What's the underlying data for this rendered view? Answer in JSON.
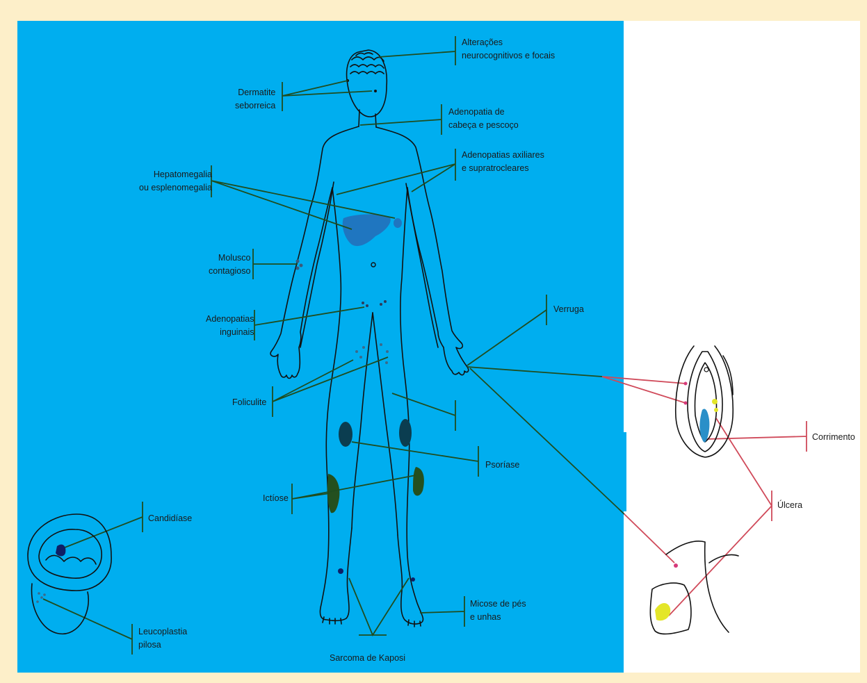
{
  "labels": {
    "neuro": "Alterações\nneurocognitivos e focais",
    "dermatite": "Dermatite\nseborreica",
    "adenopatia_cabeca": "Adenopatia de\ncabeça e pescoço",
    "adenopatias_axilares": "Adenopatias axiliares\ne supratrocleares",
    "hepato": "Hepatomegalia\nou esplenomegalia",
    "molusco": "Molusco\ncontagioso",
    "adenopatias_inguinais": "Adenopatias\ninguinais",
    "verruga": "Verruga",
    "foliculite": "Foliculite",
    "psoriase": "Psoríase",
    "ictiose": "Ictíose",
    "candidiase": "Candidíase",
    "leucoplastia": "Leucoplastia\npilosa",
    "micose": "Micose de pés\ne unhas",
    "sarcoma": "Sarcoma de Kaposi",
    "corrimento": "Corrimento",
    "ulcera": "Úlcera"
  },
  "colors": {
    "background": "#fdefc9",
    "panel": "#00aeef",
    "leader_line": "#1f4d1f",
    "red_line": "#d04a5a",
    "organ": "#1f76c0",
    "lesion_dark": "#0b4a5e",
    "ictiose": "#24501f",
    "ulcer": "#e4e629",
    "candida": "#0f1f66"
  }
}
